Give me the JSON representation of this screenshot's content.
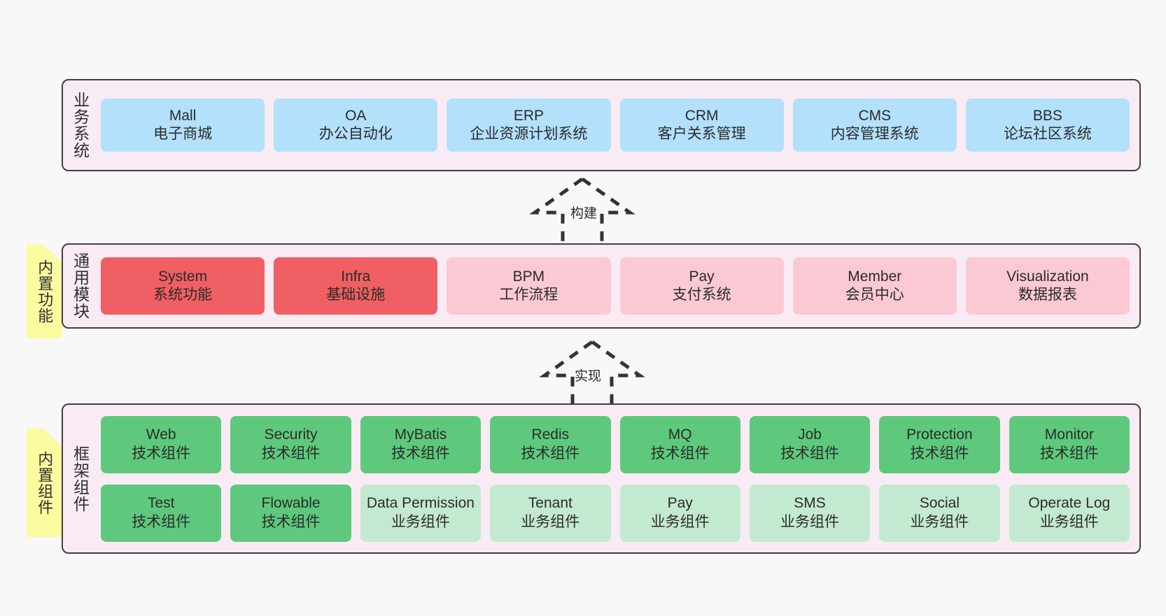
{
  "layers": [
    {
      "id": "business",
      "label": "业务系统",
      "note": null,
      "rows": [
        [
          {
            "name": "Mall",
            "sub": "电子商城",
            "style": "blue"
          },
          {
            "name": "OA",
            "sub": "办公自动化",
            "style": "blue"
          },
          {
            "name": "ERP",
            "sub": "企业资源计划系统",
            "style": "blue"
          },
          {
            "name": "CRM",
            "sub": "客户关系管理",
            "style": "blue"
          },
          {
            "name": "CMS",
            "sub": "内容管理系统",
            "style": "blue"
          },
          {
            "name": "BBS",
            "sub": "论坛社区系统",
            "style": "blue"
          }
        ]
      ]
    },
    {
      "id": "modules",
      "label": "通用模块",
      "note": "内置功能",
      "rows": [
        [
          {
            "name": "System",
            "sub": "系统功能",
            "style": "red"
          },
          {
            "name": "Infra",
            "sub": "基础设施",
            "style": "red"
          },
          {
            "name": "BPM",
            "sub": "工作流程",
            "style": "pink"
          },
          {
            "name": "Pay",
            "sub": "支付系统",
            "style": "pink"
          },
          {
            "name": "Member",
            "sub": "会员中心",
            "style": "pink"
          },
          {
            "name": "Visualization",
            "sub": "数据报表",
            "style": "pink"
          }
        ]
      ]
    },
    {
      "id": "framework",
      "label": "框架组件",
      "note": "内置组件",
      "rows": [
        [
          {
            "name": "Web",
            "sub": "技术组件",
            "style": "green"
          },
          {
            "name": "Security",
            "sub": "技术组件",
            "style": "green"
          },
          {
            "name": "MyBatis",
            "sub": "技术组件",
            "style": "green"
          },
          {
            "name": "Redis",
            "sub": "技术组件",
            "style": "green"
          },
          {
            "name": "MQ",
            "sub": "技术组件",
            "style": "green"
          },
          {
            "name": "Job",
            "sub": "技术组件",
            "style": "green"
          },
          {
            "name": "Protection",
            "sub": "技术组件",
            "style": "green"
          },
          {
            "name": "Monitor",
            "sub": "技术组件",
            "style": "green"
          }
        ],
        [
          {
            "name": "Test",
            "sub": "技术组件",
            "style": "green"
          },
          {
            "name": "Flowable",
            "sub": "技术组件",
            "style": "green"
          },
          {
            "name": "Data Permission",
            "sub": "业务组件",
            "style": "lightgreen"
          },
          {
            "name": "Tenant",
            "sub": "业务组件",
            "style": "lightgreen"
          },
          {
            "name": "Pay",
            "sub": "业务组件",
            "style": "lightgreen"
          },
          {
            "name": "SMS",
            "sub": "业务组件",
            "style": "lightgreen"
          },
          {
            "name": "Social",
            "sub": "业务组件",
            "style": "lightgreen"
          },
          {
            "name": "Operate Log",
            "sub": "业务组件",
            "style": "lightgreen"
          }
        ]
      ]
    }
  ],
  "arrows": [
    {
      "id": "build",
      "label": "构建"
    },
    {
      "id": "impl",
      "label": "实现"
    }
  ],
  "colors": {
    "background": "#f8f8f8",
    "panel_fill": "#f9ebf4",
    "panel_border": "#4a3a42",
    "blue": "#b3e0fb",
    "red": "#ef5f63",
    "pink": "#fbc9d4",
    "green": "#5ec97c",
    "lightgreen": "#c3ead0",
    "sticky": "#fbfba0",
    "sticky_fold": "#c9c9c9",
    "arrow": "#333333"
  }
}
